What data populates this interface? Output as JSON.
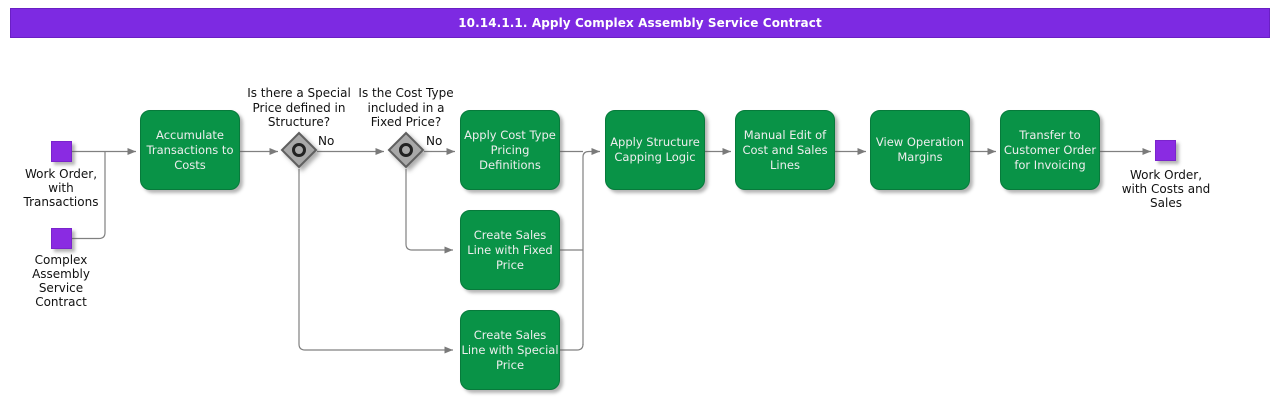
{
  "title_bar": {
    "title": "10.14.1.1. Apply Complex Assembly Service Contract"
  },
  "colors": {
    "title_bar_bg": "#7d2ae2",
    "activity_green": "#099347",
    "artifact_purple": "#8a2be2",
    "connector_gray": "#808080",
    "gateway_gray": "#a8a8a8"
  },
  "artifacts": {
    "work_order_with_transactions": {
      "label": "Work Order,\nwith\nTransactions"
    },
    "complex_assembly_service_contract": {
      "label": "Complex\nAssembly\nService\nContract"
    },
    "work_order_with_costs_and_sales": {
      "label": "Work Order,\nwith Costs and\nSales"
    }
  },
  "decisions": [
    {
      "question": "Is there a Special\nPrice defined in\nStructure?",
      "no_label": "No"
    },
    {
      "question": "Is the Cost Type\nincluded in a\nFixed Price?",
      "no_label": "No"
    }
  ],
  "activities": [
    {
      "label": "Accumulate\nTransactions to\nCosts"
    },
    {
      "label": "Apply Cost Type\nPricing\nDefinitions"
    },
    {
      "label": "Create Sales\nLine with Fixed\nPrice"
    },
    {
      "label": "Create Sales\nLine with Special\nPrice"
    },
    {
      "label": "Apply Structure\nCapping Logic"
    },
    {
      "label": "Manual Edit of\nCost and Sales\nLines"
    },
    {
      "label": "View Operation\nMargins"
    },
    {
      "label": "Transfer to\nCustomer Order\nfor Invoicing"
    }
  ]
}
